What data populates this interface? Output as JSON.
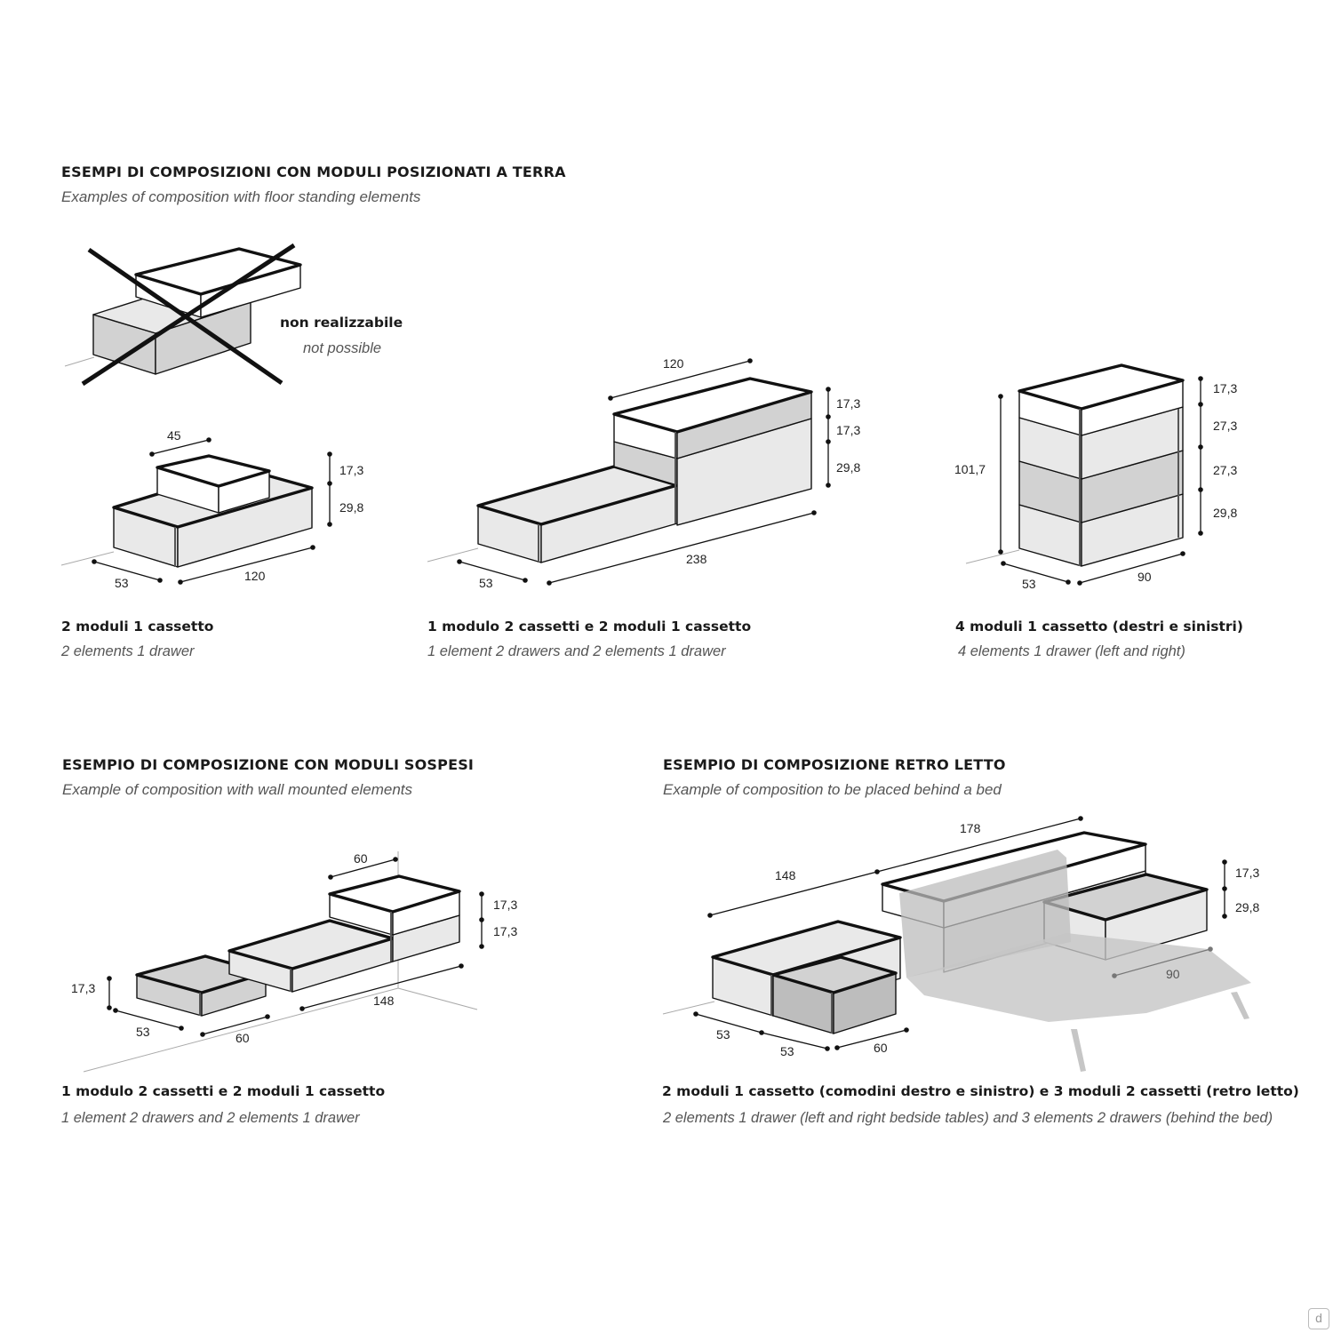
{
  "section_floor": {
    "title": "ESEMPI DI COMPOSIZIONI CON MODULI POSIZIONATI A TERRA",
    "subtitle": "Examples of composition with floor standing elements",
    "not_possible": {
      "label": "non realizzabile",
      "sub": "not possible"
    },
    "ex1": {
      "caption": "2 moduli 1 cassetto",
      "sub": "2 elements 1 drawer",
      "dims": {
        "top": "45",
        "h1": "17,3",
        "h2": "29,8",
        "depth": "53",
        "width": "120"
      }
    },
    "ex2": {
      "caption": "1 modulo 2 cassetti e 2 moduli 1 cassetto",
      "sub": "1 element 2 drawers and 2 elements 1 drawer",
      "dims": {
        "top": "120",
        "h1": "17,3",
        "h2": "17,3",
        "h3": "29,8",
        "depth": "53",
        "width": "238"
      }
    },
    "ex3": {
      "caption": "4 moduli 1 cassetto (destri e sinistri)",
      "sub": "4 elements 1 drawer (left and right)",
      "dims": {
        "total": "101,7",
        "h1": "17,3",
        "h2": "27,3",
        "h3": "27,3",
        "h4": "29,8",
        "depth": "53",
        "width": "90"
      }
    }
  },
  "section_wall": {
    "title": "ESEMPIO DI COMPOSIZIONE CON MODULI SOSPESI",
    "subtitle": "Example of composition with wall mounted elements",
    "caption": "1 modulo 2 cassetti e 2 moduli 1 cassetto",
    "sub": "1 element 2 drawers and 2 elements 1 drawer",
    "dims": {
      "top": "60",
      "h1": "17,3",
      "h2": "17,3",
      "h_left": "17,3",
      "depth": "53",
      "w1": "60",
      "w2": "148"
    }
  },
  "section_bed": {
    "title": "ESEMPIO DI COMPOSIZIONE RETRO LETTO",
    "subtitle": "Example of composition to be placed behind a bed",
    "caption": "2 moduli 1 cassetto (comodini destro e sinistro) e 3 moduli 2 cassetti (retro letto)",
    "sub": "2 elements 1 drawer (left and right bedside tables) and 3 elements 2 drawers (behind the bed)",
    "dims": {
      "w178": "178",
      "w148": "148",
      "h1": "17,3",
      "h2": "29,8",
      "w90": "90",
      "d1": "53",
      "d2": "53",
      "w60": "60"
    }
  },
  "colors": {
    "light": "#e9e9e9",
    "mid": "#d2d2d2",
    "dark": "#b9b9b9",
    "stroke": "#111111",
    "bed": "#c4c4c4"
  },
  "logo": "d"
}
